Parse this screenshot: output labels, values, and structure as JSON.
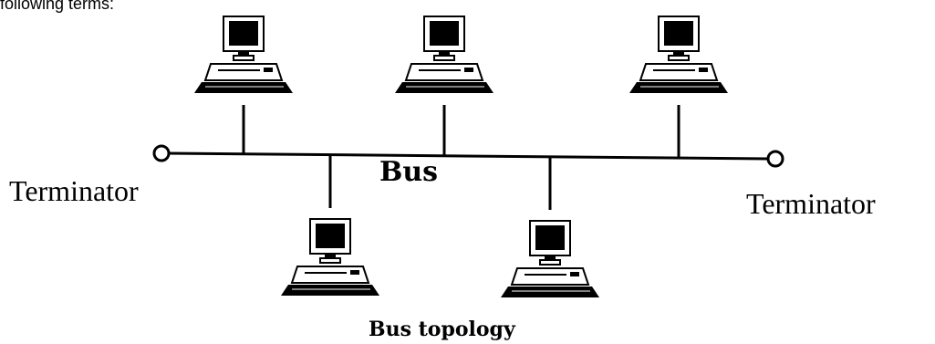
{
  "header_fragment": "following terms:",
  "labels": {
    "bus": "Bus",
    "terminator_left": "Terminator",
    "terminator_right": "Terminator",
    "caption": "Bus topology"
  },
  "nodes": {
    "top": [
      "computer",
      "computer",
      "computer"
    ],
    "bottom": [
      "computer",
      "computer"
    ]
  },
  "icons": {
    "node": "desktop-computer-icon",
    "terminator": "terminator-circle-icon"
  },
  "colors": {
    "ink": "#000000",
    "background": "#ffffff"
  }
}
